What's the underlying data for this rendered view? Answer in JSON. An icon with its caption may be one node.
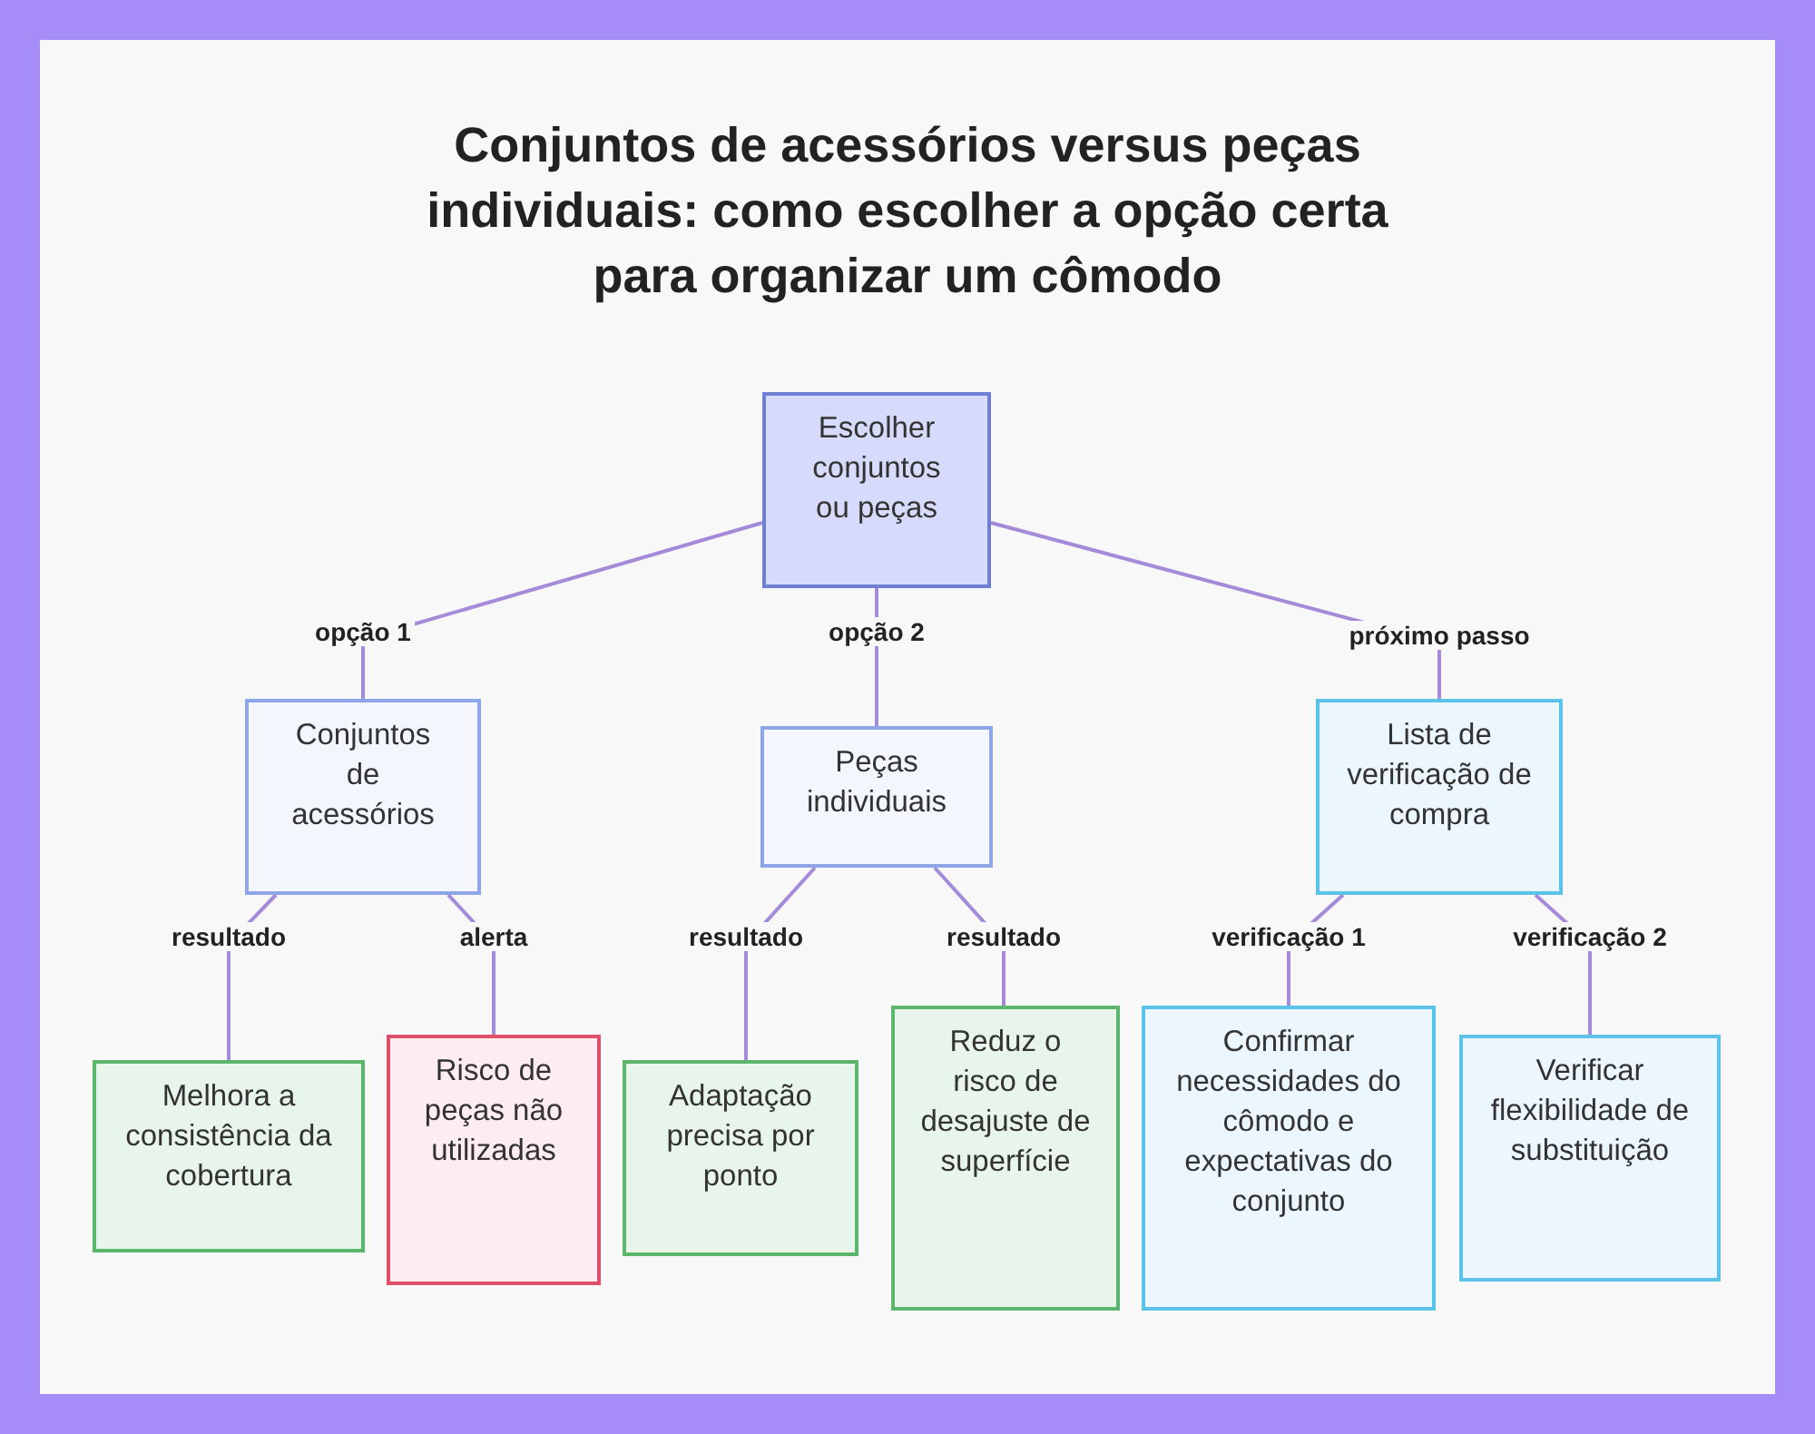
{
  "diagram": {
    "title": "Conjuntos de acessórios versus peças individuais: como escolher a opção certa para organizar um cômodo",
    "nodes": [
      {
        "text": [
          "Escolher conjuntos ou peças"
        ]
      },
      {
        "text": [
          "Conjuntos de acessórios"
        ]
      },
      {
        "text": [
          "Peças individuais"
        ]
      },
      {
        "text": [
          "Lista de verificação de compra"
        ]
      },
      {
        "text": [
          "Melhora a consistência da cobertura"
        ]
      },
      {
        "text": [
          "Risco de peças não utilizadas"
        ]
      },
      {
        "text": [
          "Adaptação precisa por ponto"
        ]
      },
      {
        "text": [
          "Reduz o risco de desajuste de superfície"
        ]
      },
      {
        "text": [
          "Confirmar necessidades do cômodo e expectativas do conjunto"
        ]
      },
      {
        "text": [
          "Verificar flexibilidade de substituição"
        ]
      }
    ],
    "edges": [
      {
        "from": 0,
        "to": 1,
        "arrow": "none",
        "label": "opção 1"
      },
      {
        "from": 0,
        "to": 2,
        "arrow": "none",
        "label": "opção 2"
      },
      {
        "from": 0,
        "to": 3,
        "arrow": "none",
        "label": "próximo passo"
      },
      {
        "from": 1,
        "to": 4,
        "arrow": "none",
        "label": "resultado"
      },
      {
        "from": 1,
        "to": 5,
        "arrow": "none",
        "label": "alerta"
      },
      {
        "from": 2,
        "to": 6,
        "arrow": "none",
        "label": "resultado"
      },
      {
        "from": 2,
        "to": 7,
        "arrow": "none",
        "label": "resultado"
      },
      {
        "from": 3,
        "to": 8,
        "arrow": "none",
        "label": "verificação 1"
      },
      {
        "from": 3,
        "to": 9,
        "arrow": "none",
        "label": "verificação 2"
      }
    ]
  }
}
